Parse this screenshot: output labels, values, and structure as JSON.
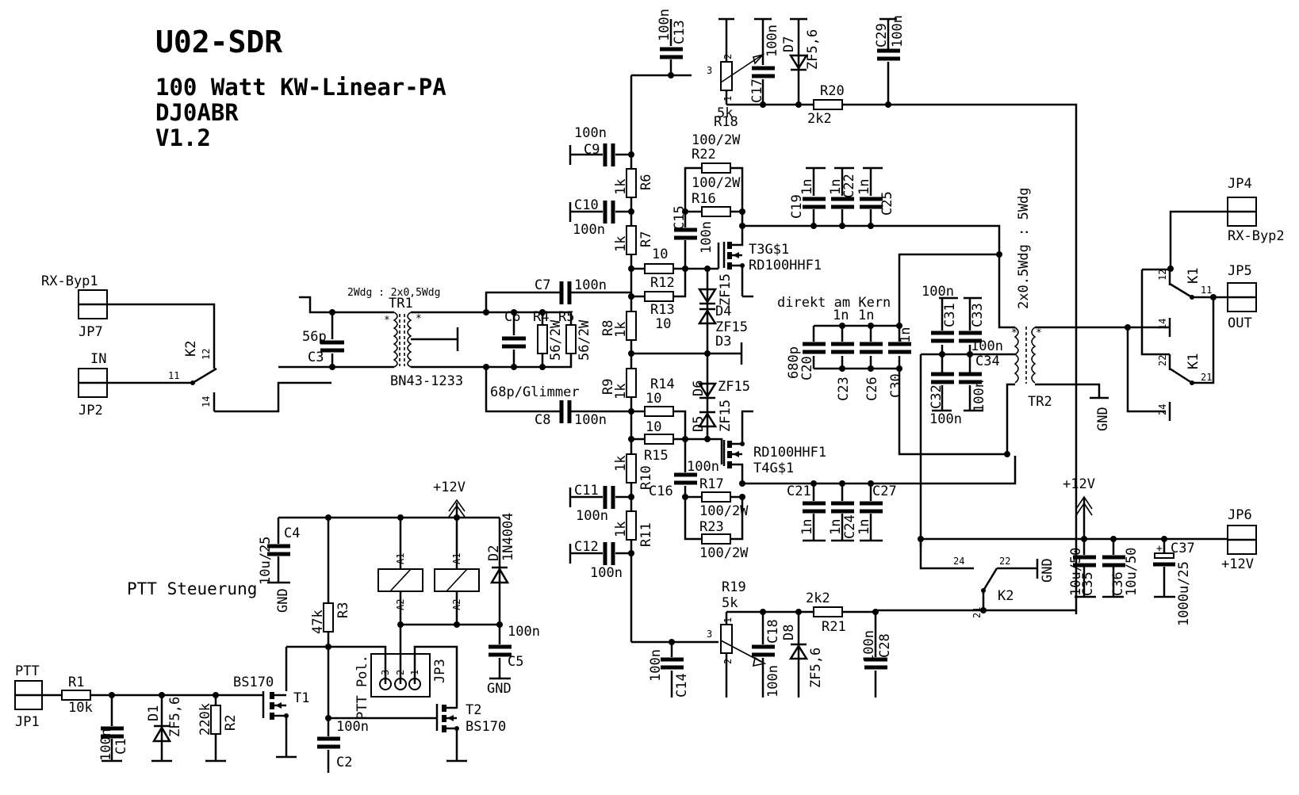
{
  "title": {
    "project": "U02-SDR",
    "subtitle": "100 Watt KW-Linear-PA",
    "author": "DJ0ABR",
    "version": "V1.2"
  },
  "section_labels": {
    "ptt_control": "PTT Steuerung",
    "core_note": "direkt am Kern",
    "tr1_ratio": "2Wdg : 2x0,5Wdg",
    "tr2_ratio": "2x0.5Wdg : 5Wdg"
  },
  "connectors": {
    "jp1": {
      "ref": "JP1",
      "label": "PTT"
    },
    "jp2": {
      "ref": "JP2",
      "label": "IN"
    },
    "jp3": {
      "ref": "JP3",
      "label": "PTT Pol.",
      "pins": [
        "3",
        "2",
        "1"
      ]
    },
    "jp4": {
      "ref": "JP4",
      "label": "RX-Byp2"
    },
    "jp5": {
      "ref": "JP5",
      "label": "OUT"
    },
    "jp6": {
      "ref": "JP6",
      "label": "+12V"
    },
    "jp7": {
      "ref": "JP7",
      "label": "RX-Byp1"
    }
  },
  "power": {
    "vcc": "+12V",
    "gnd": "GND"
  },
  "transistors": {
    "t1": {
      "ref": "T1",
      "value": "BS170"
    },
    "t2": {
      "ref": "T2",
      "value": "BS170"
    },
    "t3": {
      "ref": "T3G$1",
      "value": "RD100HHF1"
    },
    "t4": {
      "ref": "T4G$1",
      "value": "RD100HHF1"
    }
  },
  "transformers": {
    "tr1": {
      "ref": "TR1",
      "value": "BN43-1233"
    },
    "tr2": {
      "ref": "TR2",
      "value": ""
    }
  },
  "relays": {
    "k1": {
      "ref": "K1",
      "pins": [
        "11",
        "12",
        "14",
        "21",
        "22",
        "24"
      ]
    },
    "k2": {
      "ref": "K2",
      "pins": [
        "11",
        "12",
        "14",
        "21",
        "22",
        "24"
      ]
    },
    "coil_pins": [
      "A1",
      "A2"
    ]
  },
  "resistors": {
    "r1": {
      "ref": "R1",
      "value": "10k"
    },
    "r2": {
      "ref": "R2",
      "value": "220k"
    },
    "r3": {
      "ref": "R3",
      "value": "47k"
    },
    "r4": {
      "ref": "R4",
      "value": "56/2W"
    },
    "r5": {
      "ref": "R5",
      "value": "56/2W"
    },
    "r6": {
      "ref": "R6",
      "value": "1k"
    },
    "r7": {
      "ref": "R7",
      "value": "1k"
    },
    "r8": {
      "ref": "R8",
      "value": "1k"
    },
    "r9": {
      "ref": "R9",
      "value": "1k"
    },
    "r10": {
      "ref": "R10",
      "value": "1k"
    },
    "r11": {
      "ref": "R11",
      "value": "1k"
    },
    "r12": {
      "ref": "R12",
      "value": "10"
    },
    "r13": {
      "ref": "R13",
      "value": "10"
    },
    "r14": {
      "ref": "R14",
      "value": "10"
    },
    "r15": {
      "ref": "R15",
      "value": "10"
    },
    "r16": {
      "ref": "R16",
      "value": "100/2W"
    },
    "r17": {
      "ref": "R17",
      "value": "100/2W"
    },
    "r18": {
      "ref": "R18",
      "value": "5k"
    },
    "r19": {
      "ref": "R19",
      "value": "5k"
    },
    "r20": {
      "ref": "R20",
      "value": "2k2"
    },
    "r21": {
      "ref": "R21",
      "value": "2k2"
    },
    "r22": {
      "ref": "R22",
      "value": "100/2W"
    },
    "r23": {
      "ref": "R23",
      "value": "100/2W"
    }
  },
  "capacitors": {
    "c1": {
      "ref": "C1",
      "value": "100n"
    },
    "c2": {
      "ref": "C2",
      "value": "100n"
    },
    "c3": {
      "ref": "C3",
      "value": "56p"
    },
    "c4": {
      "ref": "C4",
      "value": "10u/25"
    },
    "c5": {
      "ref": "C5",
      "value": "100n"
    },
    "c6": {
      "ref": "C6",
      "value": "68p/Glimmer"
    },
    "c7": {
      "ref": "C7",
      "value": "100n"
    },
    "c8": {
      "ref": "C8",
      "value": "100n"
    },
    "c9": {
      "ref": "C9",
      "value": "100n"
    },
    "c10": {
      "ref": "C10",
      "value": "100n"
    },
    "c11": {
      "ref": "C11",
      "value": "100n"
    },
    "c12": {
      "ref": "C12",
      "value": "100n"
    },
    "c13": {
      "ref": "C13",
      "value": "100n"
    },
    "c14": {
      "ref": "C14",
      "value": "100n"
    },
    "c15": {
      "ref": "C15",
      "value": "100n"
    },
    "c16": {
      "ref": "C16",
      "value": "100n"
    },
    "c17": {
      "ref": "C17",
      "value": "100n"
    },
    "c18": {
      "ref": "C18",
      "value": "100n"
    },
    "c19": {
      "ref": "C19",
      "value": "1n"
    },
    "c20": {
      "ref": "C20",
      "value": "680p"
    },
    "c21": {
      "ref": "C21",
      "value": "1n"
    },
    "c22": {
      "ref": "C22",
      "value": "1n"
    },
    "c23": {
      "ref": "C23",
      "value": "1n"
    },
    "c24": {
      "ref": "C24",
      "value": "1n"
    },
    "c25": {
      "ref": "C25",
      "value": "1n"
    },
    "c26": {
      "ref": "C26",
      "value": "1n"
    },
    "c27": {
      "ref": "C27",
      "value": "1n"
    },
    "c28": {
      "ref": "C28",
      "value": "100n"
    },
    "c29": {
      "ref": "C29",
      "value": "100n"
    },
    "c30": {
      "ref": "C30",
      "value": "1n"
    },
    "c31": {
      "ref": "C31",
      "value": "100n"
    },
    "c32": {
      "ref": "C32",
      "value": "100n"
    },
    "c33": {
      "ref": "C33",
      "value": "100n"
    },
    "c34": {
      "ref": "C34",
      "value": "100n"
    },
    "c35": {
      "ref": "C35",
      "value": "10u/50"
    },
    "c36": {
      "ref": "C36",
      "value": "10u/50"
    },
    "c37": {
      "ref": "C37",
      "value": "1000u/25"
    }
  },
  "diodes": {
    "d1": {
      "ref": "D1",
      "value": "ZF5,6"
    },
    "d2": {
      "ref": "D2",
      "value": "1N4004"
    },
    "d3": {
      "ref": "D3",
      "value": "ZF15"
    },
    "d4": {
      "ref": "D4",
      "value": "ZF15"
    },
    "d5": {
      "ref": "D5",
      "value": "ZF15"
    },
    "d6": {
      "ref": "D6",
      "value": "ZF15"
    },
    "d7": {
      "ref": "D7",
      "value": "ZF5,6"
    },
    "d8": {
      "ref": "D8",
      "value": "ZF5,6"
    }
  },
  "pot_pins": [
    "1",
    "2",
    "3"
  ]
}
